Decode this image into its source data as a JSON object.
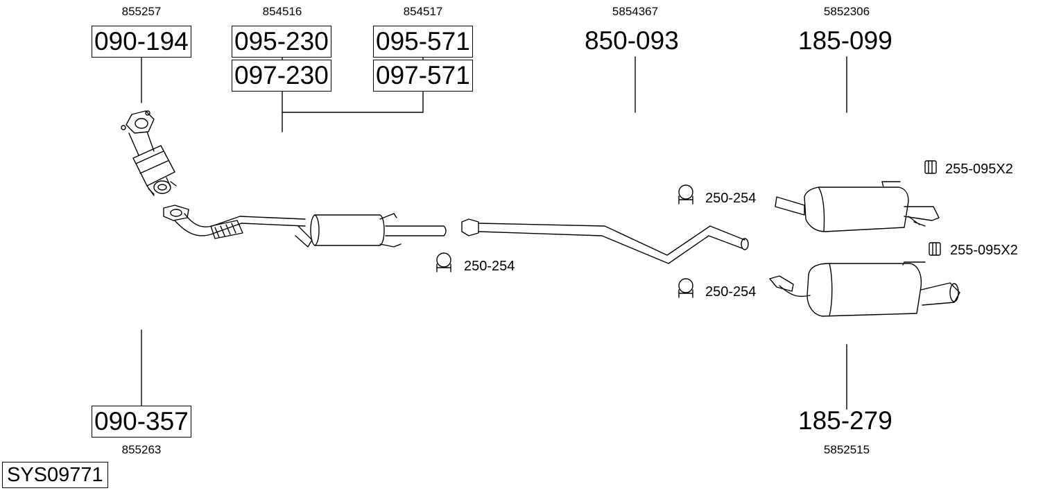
{
  "system_id": "SYS09771",
  "parts": {
    "p1": {
      "part_no": "090-194",
      "oe_no": "855257"
    },
    "p2": {
      "part_no": "090-357",
      "oe_no": "855263"
    },
    "p3": {
      "part_no": "095-230",
      "alt_part_no": "097-230",
      "oe_no": "854516"
    },
    "p4": {
      "part_no": "095-571",
      "alt_part_no": "097-571",
      "oe_no": "854517"
    },
    "p5": {
      "part_no": "850-093",
      "oe_no": "5854367"
    },
    "p6": {
      "part_no": "185-099",
      "oe_no": "5852306"
    },
    "p7": {
      "part_no": "185-279",
      "oe_no": "5852515"
    }
  },
  "accessories": {
    "clamp_center": "250-254",
    "clamp_upper": "250-254",
    "clamp_lower": "250-254",
    "mount_upper": "255-095X2",
    "mount_lower": "255-095X2"
  }
}
